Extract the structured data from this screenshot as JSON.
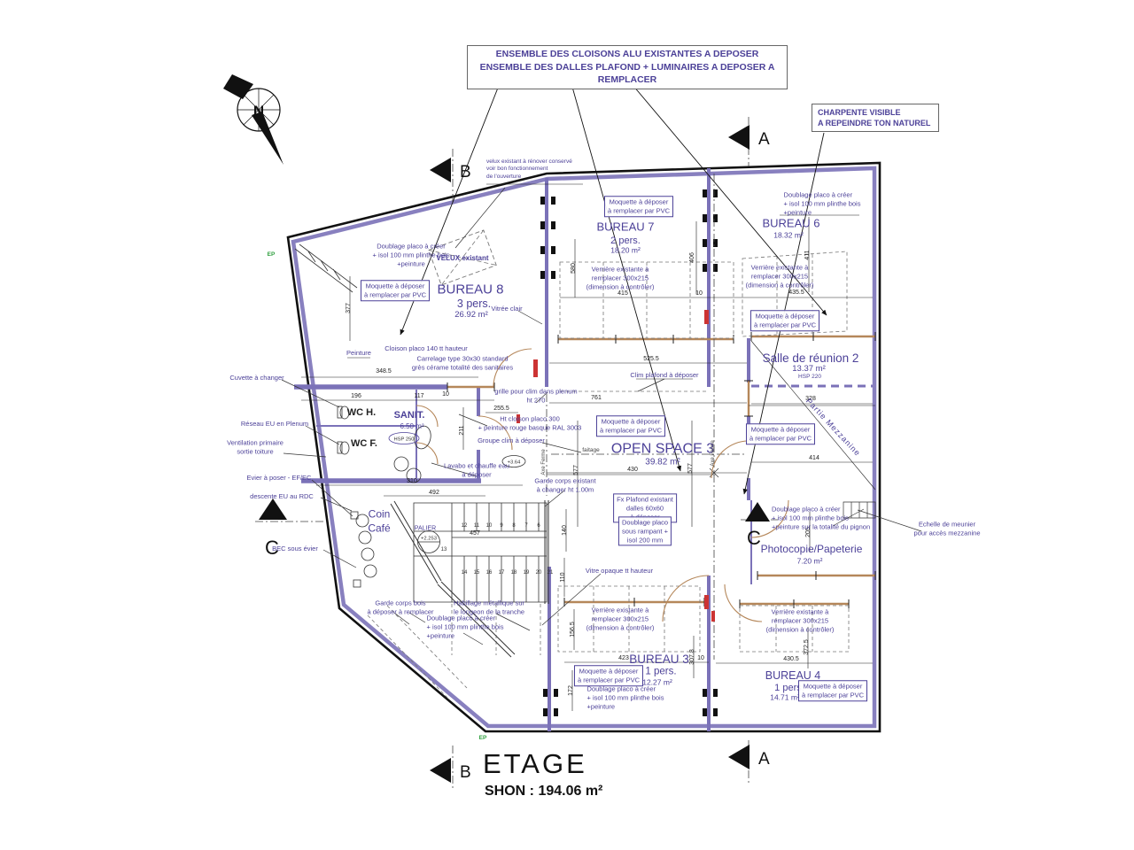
{
  "banner": {
    "line1": "ENSEMBLE DES CLOISONS ALU EXISTANTES A DEPOSER",
    "line2": "ENSEMBLE DES DALLES PLAFOND + LUMINAIRES A DEPOSER A REMPLACER"
  },
  "charpente_note": {
    "line1": "CHARPENTE VISIBLE",
    "line2": "A REPEINDRE TON NATUREL"
  },
  "velux_note": "velux existant à rénover conservé\nvoir bon fonctionnement\nde l'ouverture",
  "compass": {
    "north": "N"
  },
  "markers": {
    "a": "A",
    "b": "B",
    "c": "C"
  },
  "title_block": {
    "floor": "ETAGE",
    "shon": "SHON : 194.06 m²"
  },
  "rooms": {
    "bureau8": {
      "name": "BUREAU 8",
      "occupancy": "3 pers.",
      "area": "26.92 m²"
    },
    "bureau7": {
      "name": "BUREAU 7",
      "occupancy": "2 pers.",
      "area": "18.20 m²"
    },
    "bureau6": {
      "name": "BUREAU 6",
      "area": "18.32 m²"
    },
    "salle_reunion": {
      "name": "Salle de réunion 2",
      "area": "13.37 m²",
      "hsp": "HSP 220"
    },
    "open_space": {
      "name": "OPEN SPACE 3",
      "area": "39.82 m²"
    },
    "sanit": {
      "name": "SANIT.",
      "area": "6.50 m²",
      "hsp": "HSP 250"
    },
    "wc_h": {
      "name": "WC H."
    },
    "wc_f": {
      "name": "WC F."
    },
    "coin_cafe": {
      "name": "Coin\nCafé"
    },
    "photocopie": {
      "name": "Photocopie/Papeterie",
      "area": "7.20 m²"
    },
    "bureau3": {
      "name": "BUREAU 3",
      "occupancy": "1 pers.",
      "area": "12.27 m²"
    },
    "bureau4": {
      "name": "BUREAU 4",
      "occupancy": "1 pers.",
      "area": "14.71 m²"
    },
    "palier": {
      "name": "PALIER",
      "level": "+2.253"
    },
    "mezzanine": {
      "name": "Partie Mezzanine"
    }
  },
  "annotations": {
    "doublage_placo": "Doublage placo à créer\n+ isol 100 mm  plinthe bois\n+peinture",
    "doublage_pignon": "Doublage placo à créer\n+ isol 100 mm  plinthe bois\n+peinture sur la totalité du pignon",
    "moquette": "Moquette à déposer\nà remplacer par PVC",
    "velux_existant": "VELUX existant",
    "vitree_clair": "Vitrée clair",
    "verriere": "Verrière existante à\nremplacer 300x215\n(dimension à contrôler)",
    "peinture": "Peinture",
    "cloison_140": "Cloison placo 140 tt hauteur",
    "carrelage": "Carrelage type 30x30 standard\ngrès cérame totalité des sanitaires",
    "grille_clim": "grille pour clim dans plenum\nht  270",
    "clim_plafond": "Clim plafond à déposer",
    "cuvette": "Cuvette à changer",
    "reseau_eu": "Réseau EU en Plenum",
    "ventilation": "Ventilation primaire\nsortie toiture",
    "evier": "Evier à poser - EF/EC",
    "descente_eu": "descente EU au RDC",
    "bec": "BEC sous évier",
    "ht_cloison": "Ht cloison placo 300\n+ peinture rouge basque RAL 3003",
    "groupe_clim": "Groupe clim à déposer",
    "lavabo": "Lavabo et chauffe eau\nà déposer",
    "niveau_364": "+3.64",
    "faitage": "faitage",
    "axe_ferme": "Axe Ferme",
    "garde_corps_existant": "Garde corps existant\nà changer ht  1.00m",
    "fx_plafond": "Fx Plafond existant\ndalles 60x60\nà déposer",
    "doublage_rampant": "Doublage placo\nsous rampant +\nisol 200 mm",
    "garde_corps_bois": "Garde corps bois\nà déposer à remplacer",
    "habillage": "Habillage métallique sur\nle longeon de la tranche",
    "vitre_opaque": "Vitre opaque tt hauteur",
    "echelle": "Echelle de meunier\npour accès mezzanine",
    "ep": "EP"
  },
  "stairs": {
    "top": [
      "12",
      "11",
      "10",
      "9",
      "8",
      "7",
      "6"
    ],
    "bottom": [
      "14",
      "15",
      "16",
      "17",
      "18",
      "19",
      "20",
      "21"
    ],
    "mid": "13"
  },
  "dims": {
    "v348_5": "348.5",
    "v196": "196",
    "v117": "117",
    "v10": "10",
    "v255_5": "255.5",
    "v211": "211",
    "v310": "310",
    "v761": "761",
    "v525_5": "525.5",
    "v430": "430",
    "v415": "415",
    "v435_5": "435.5",
    "v406": "406",
    "v411": "411",
    "v580": "580",
    "v377": "377",
    "v328": "328",
    "v457": "457",
    "v140": "140",
    "v110": "110",
    "v423": "423",
    "v172": "172",
    "v430_5": "430.5",
    "v372_5": "372.5",
    "v307_8": "307.8",
    "v156_5": "156.5",
    "v577": "577",
    "v492": "492",
    "v414": "414",
    "v205": "205"
  },
  "colors": {
    "plan_purple": "#4c4198",
    "wall_purple": "#7b72b8",
    "window_tan": "#b5875a",
    "mark_red": "#cc3333",
    "mark_green": "#2e9e3e"
  }
}
